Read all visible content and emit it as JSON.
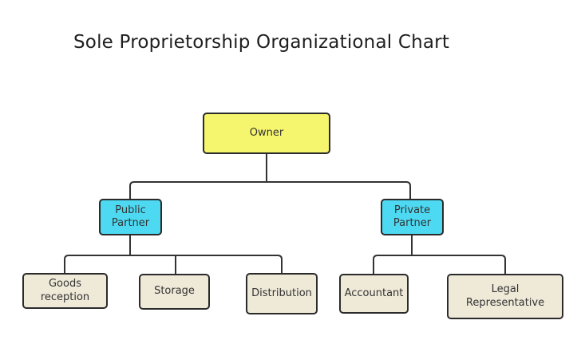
{
  "title": "Sole Proprietorship Organizational Chart",
  "colors": {
    "background": "#ffffff",
    "owner_fill": "#f6f66e",
    "partner_fill": "#4dd9f2",
    "department_fill": "#efe9d8",
    "border": "#2b2b2b",
    "connector": "#333333",
    "text": "#333333"
  },
  "nodes": [
    {
      "id": "owner",
      "label": "Owner",
      "parent": null
    },
    {
      "id": "public-partner",
      "label": "Public Partner",
      "parent": "owner"
    },
    {
      "id": "private-partner",
      "label": "Private Partner",
      "parent": "owner"
    },
    {
      "id": "goods-reception",
      "label": "Goods reception",
      "parent": "public-partner"
    },
    {
      "id": "storage",
      "label": "Storage",
      "parent": "public-partner"
    },
    {
      "id": "distribution",
      "label": "Distribution",
      "parent": "public-partner"
    },
    {
      "id": "accountant",
      "label": "Accountant",
      "parent": "private-partner"
    },
    {
      "id": "legal-representative",
      "label": "Legal Representative",
      "parent": "private-partner"
    }
  ]
}
